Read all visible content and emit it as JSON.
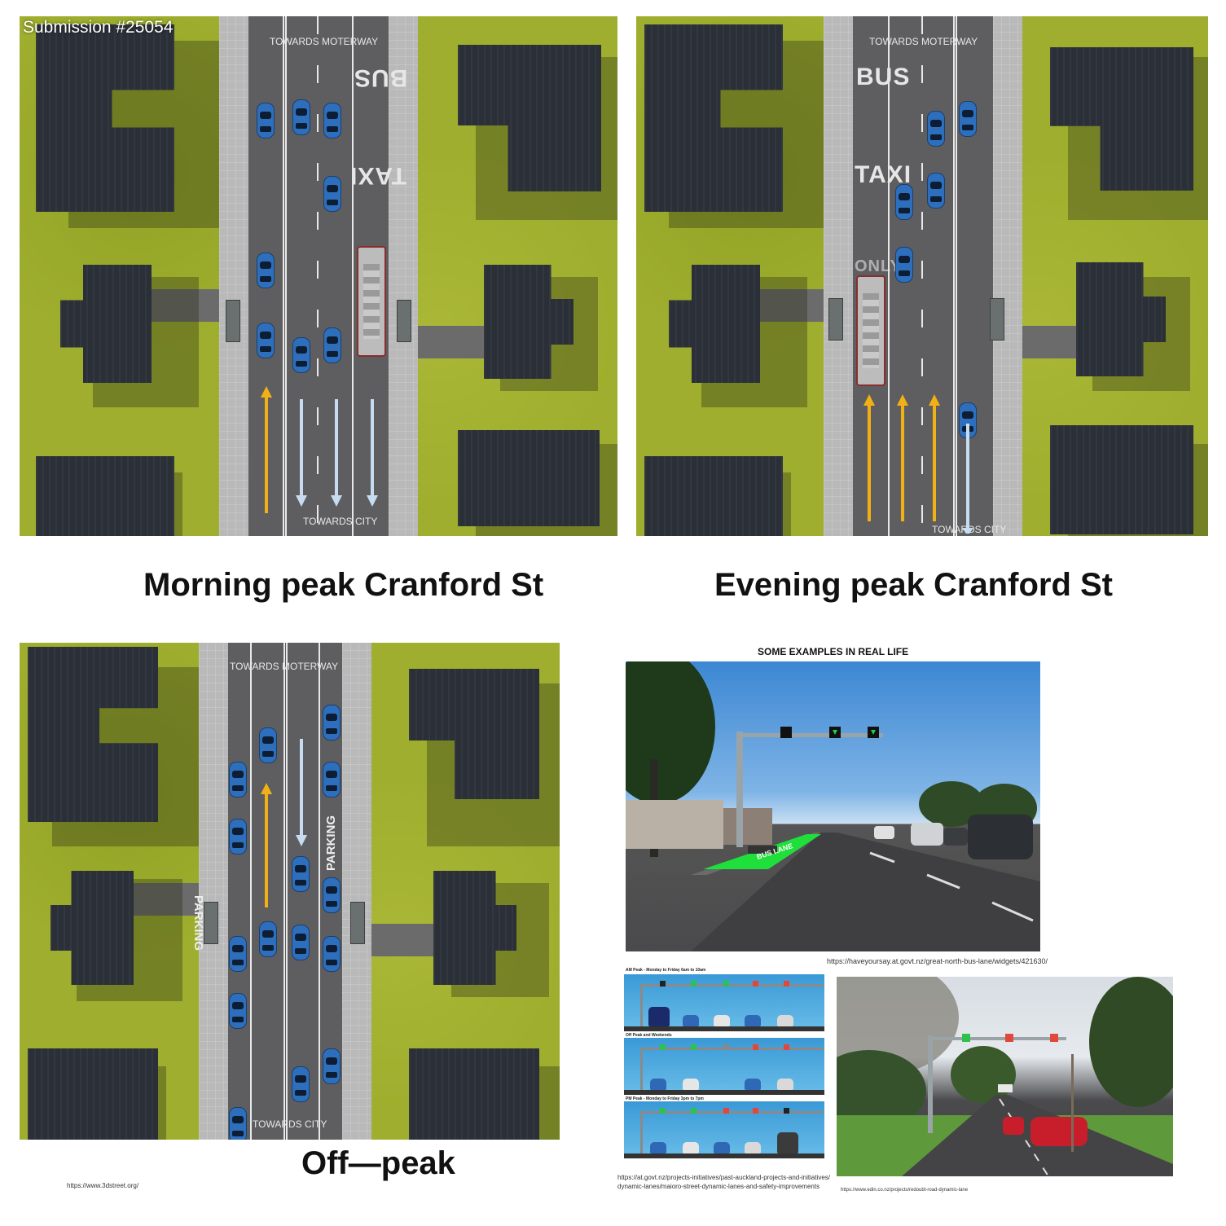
{
  "submission": "Submission #25054",
  "morning": {
    "caption": "Morning peak Cranford St",
    "towards_motorway": "TOWARDS MOTERWAY",
    "towards_city": "TOWARDS CITY",
    "mark_bus": "BUS",
    "mark_taxi": "TAXI"
  },
  "evening": {
    "caption": "Evening peak  Cranford St",
    "towards_motorway": "TOWARDS MOTERWAY",
    "towards_city": "TOWARDS CITY",
    "mark_bus": "BUS",
    "mark_taxi": "TAXI",
    "mark_only": "ONLY"
  },
  "offpeak": {
    "caption": "Off—peak",
    "towards_motorway": "TOWARDS MOTERWAY",
    "towards_city": "TOWARDS CITY",
    "parking_left": "PARKING",
    "parking_right": "PARKING",
    "source": "https://www.3dstreet.org/"
  },
  "examples": {
    "title": "SOME EXAMPLES IN REAL LIFE",
    "photo1_url": "https://haveyoursay.at.govt.nz/great-north-bus-lane/widgets/421630/",
    "bus_lane_text": "BUS LANE",
    "diagram": {
      "row1": "AM Peak - Monday to Friday 6am to 10am",
      "row2": "Off Peak and Weekends",
      "row3": "PM Peak - Monday to Friday 3pm to 7pm"
    },
    "diagram_url_line1": "https://at.govt.nz/projects-initiatives/past-auckland-projects-and-initiatives/",
    "diagram_url_line2": "dynamic-lanes/maioro-street-dynamic-lanes-and-safety-improvements",
    "photo2_url": "https://www.edin.co.nz/projects/redoubt-road-dynamic-lane"
  },
  "colors": {
    "grass": "#9fae2e",
    "road": "#5e5e60",
    "roof": "#2b2f38",
    "car": "#2e6fbd",
    "arrow_orange": "#f2b017",
    "arrow_light": "#c7dcf0"
  }
}
